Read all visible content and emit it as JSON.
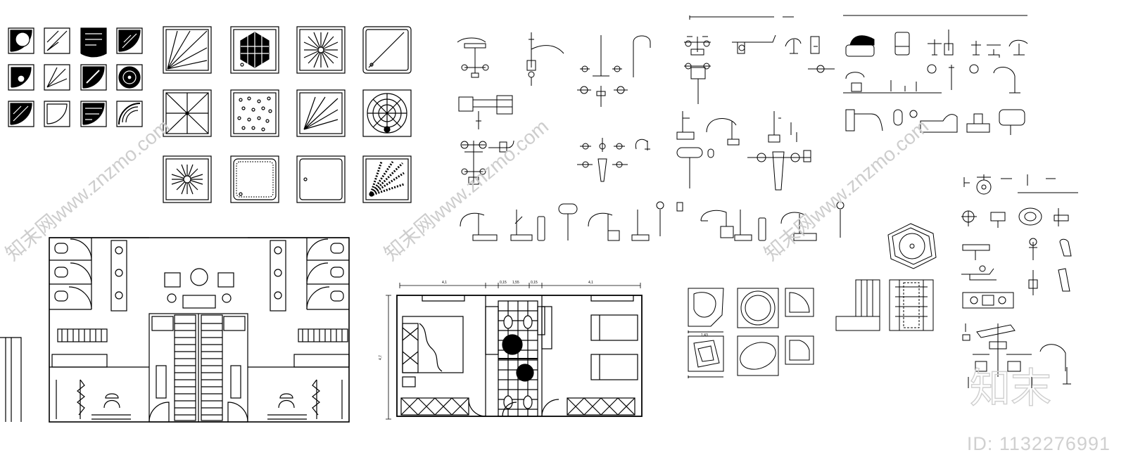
{
  "watermark": {
    "id_text": "ID: 1132276991",
    "logo_text": "知末",
    "diagonal_text": "知末网www.znzmo.com"
  },
  "dimensions": {
    "top": [
      "4,1",
      "0,15",
      "1,55",
      "0,15",
      "4,1"
    ],
    "left": "4,7"
  },
  "colors": {
    "line": "#000000",
    "background": "#ffffff",
    "watermark": "#d0d0d0"
  }
}
